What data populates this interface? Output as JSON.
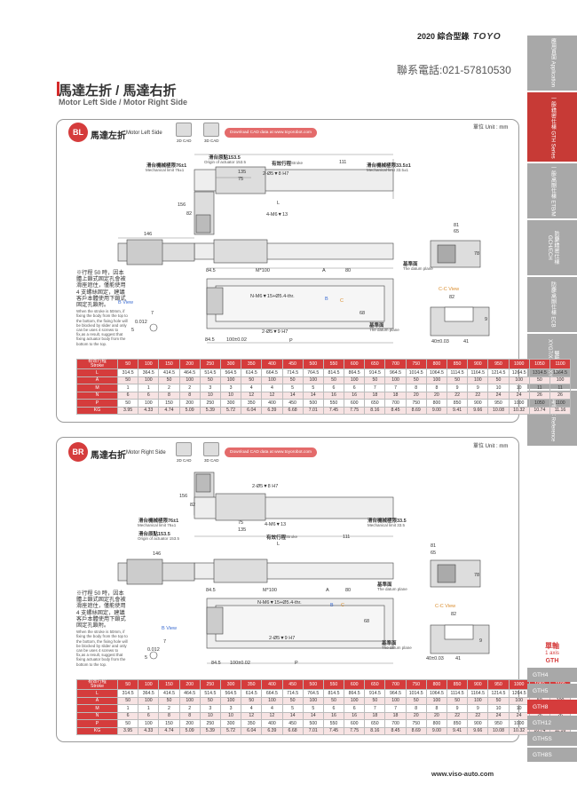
{
  "header": {
    "brand": "2020 綜合型錄",
    "logo": "TOYO",
    "hotline": "聯系電話:021-57810530"
  },
  "title": {
    "zh": "馬達左折 / 馬達右折",
    "en": "Motor Left Side / Motor Right Side"
  },
  "side_tabs": [
    "應用頁面 Application",
    "一般/精密仕樣 GTH Series",
    "一般/高剛仕樣 ETB/M",
    "防塵/精密仕樣 GCH/ECH",
    "防塵/高剛仕樣 ECB",
    "雙軸平台 XYG7/XYT8/XYT8",
    "參考資料 Reference"
  ],
  "axis": {
    "zh": "單軸",
    "en": "1 axis",
    "model": "GTH"
  },
  "model_tabs": [
    "GTH4",
    "GTH5",
    "GTH8",
    "GTH12",
    "GTH5S",
    "GTH8S"
  ],
  "active_model": "GTH8",
  "website": "www.viso-auto.com",
  "bl": {
    "tag": "BL",
    "title_zh": "馬達左折",
    "title_en": "Motor Left Side",
    "cad2d": "2D CAD",
    "cad3d": "3D CAD",
    "download": "Download CAD data at www.toyorobot.com",
    "unit": "單位 Unit : mm",
    "note_zh": "※行程 50 時，因本體上鎖式固定孔會被滑座遮住，僅能使用 4 支螺絲固定，建議客戶本體使用下鎖式固定孔鎖附。",
    "note_en": "When the stroke is 50mm, if fixing the body from the top to the bottom, the fixing hole will be blocked by slider and only can be uses 4 screws to fix,as a result, suggest that fixing actuator body from the bottom to the top.",
    "labels": {
      "origin_zh": "滑台原點153.5",
      "origin_en": "Origin of actuator 153.5",
      "mech_l_zh": "滑台機械極限76±1",
      "mech_l_en": "Mechanical limit 76±1",
      "stroke_zh": "有效行程",
      "stroke_en": "Stroke",
      "mech_r_zh": "滑台機械極限33.5±1",
      "mech_r_en": "Mechanical limit 33.5±1",
      "d111": "111",
      "d135": "135",
      "d75": "75",
      "dowel": "2-Ø5▼8 H7",
      "m6": "4-M6▼13",
      "d156": "156",
      "d82": "82",
      "d146": "146",
      "d81": "81",
      "d65": "65",
      "d78": "78",
      "d845": "84.5",
      "m100": "M*100",
      "a": "A",
      "d80": "80",
      "datum_zh": "基準面",
      "datum_en": "The datum plane",
      "nm6": "N-M6▼15+Ø5.4-thr.",
      "b": "B",
      "c": "C",
      "d68": "68",
      "dowel2": "2-Ø5▼9 H7",
      "d845b": "84.5",
      "pitch": "100±0.02",
      "p": "P",
      "bview": "B View",
      "d7": "7",
      "d5": "5",
      "tol": "0.012",
      "ccview": "C-C View",
      "d82b": "82",
      "d9": "9",
      "d40": "40±0.03",
      "d41": "41",
      "L": "L"
    }
  },
  "br": {
    "tag": "BR",
    "title_zh": "馬達右折",
    "title_en": "Motor Right Side",
    "cad2d": "2D CAD",
    "cad3d": "3D CAD",
    "download": "Download CAD data at www.toyorobot.com",
    "unit": "單位 Unit : mm",
    "note_zh": "※行程 50 時，因本體上鎖式固定孔會被滑座遮住，僅能使用 4 支螺絲固定，建議客戶本體使用下鎖式固定孔鎖附。",
    "note_en": "When the stroke is 50mm, if fixing the body from the top to the bottom, the fixing hole will be blocked by slider and only can be uses 4 screws to fix,as a result, suggest that fixing actuator body from the bottom to the top.",
    "labels": {
      "dowel": "2-Ø5▼8 H7",
      "d156": "156",
      "d82": "82",
      "mech_l_zh": "滑台機械極限76±1",
      "mech_l_en": "Mechanical limit 76±1",
      "d75": "75",
      "m6": "4-M6▼13",
      "d135": "135",
      "mech_r_zh": "滑台機械極限33.5",
      "mech_r_en": "Mechanical limit 33.5",
      "origin_zh": "滑台原點153.5",
      "origin_en": "Origin of actuator 153.5",
      "stroke_zh": "有效行程",
      "stroke_en": "Stroke",
      "d111": "111",
      "L": "L",
      "d146": "146",
      "d81": "81",
      "d65": "65",
      "d78": "78",
      "d845": "84.5",
      "m100": "M*100",
      "a": "A",
      "d80": "80",
      "datum_zh": "基準面",
      "datum_en": "The datum plane",
      "nm6": "N-M6▼15+Ø5.4-thr.",
      "b": "B",
      "c": "C",
      "ccview": "C-C View",
      "d82b": "82",
      "d68": "68",
      "bview": "B View",
      "d7": "7",
      "d5": "5",
      "tol": "0.012",
      "dowel2": "2-Ø5▼9 H7",
      "d845b": "84.5",
      "pitch": "100±0.02",
      "p": "P",
      "d9": "9",
      "d40": "40±0.03",
      "d41": "41"
    }
  },
  "table": {
    "header_zh": "有效行程",
    "header_en": "Stroke",
    "strokes": [
      "50",
      "100",
      "150",
      "200",
      "250",
      "300",
      "350",
      "400",
      "450",
      "500",
      "550",
      "600",
      "650",
      "700",
      "750",
      "800",
      "850",
      "900",
      "950",
      "1000",
      "1050",
      "1100"
    ],
    "rows": [
      {
        "label": "L",
        "values": [
          "314.5",
          "364.5",
          "414.5",
          "464.5",
          "514.5",
          "564.5",
          "614.5",
          "664.5",
          "714.5",
          "764.5",
          "814.5",
          "864.5",
          "914.5",
          "964.5",
          "1014.5",
          "1064.5",
          "1114.5",
          "1164.5",
          "1214.5",
          "1264.5",
          "1314.5",
          "1364.5"
        ]
      },
      {
        "label": "A",
        "values": [
          "50",
          "100",
          "50",
          "100",
          "50",
          "100",
          "50",
          "100",
          "50",
          "100",
          "50",
          "100",
          "50",
          "100",
          "50",
          "100",
          "50",
          "100",
          "50",
          "100",
          "50",
          "100"
        ]
      },
      {
        "label": "M",
        "values": [
          "1",
          "1",
          "2",
          "2",
          "3",
          "3",
          "4",
          "4",
          "5",
          "5",
          "6",
          "6",
          "7",
          "7",
          "8",
          "8",
          "9",
          "9",
          "10",
          "10",
          "11",
          "11"
        ]
      },
      {
        "label": "N",
        "values": [
          "6",
          "6",
          "8",
          "8",
          "10",
          "10",
          "12",
          "12",
          "14",
          "14",
          "16",
          "16",
          "18",
          "18",
          "20",
          "20",
          "22",
          "22",
          "24",
          "24",
          "26",
          "26"
        ]
      },
      {
        "label": "P",
        "values": [
          "50",
          "100",
          "150",
          "200",
          "250",
          "300",
          "350",
          "400",
          "450",
          "500",
          "550",
          "600",
          "650",
          "700",
          "750",
          "800",
          "850",
          "900",
          "950",
          "1000",
          "1050",
          "1100"
        ]
      },
      {
        "label": "KG",
        "values": [
          "3.95",
          "4.33",
          "4.74",
          "5.09",
          "5.39",
          "5.72",
          "6.04",
          "6.39",
          "6.68",
          "7.01",
          "7.45",
          "7.75",
          "8.16",
          "8.45",
          "8.69",
          "9.00",
          "9.41",
          "9.66",
          "10.08",
          "10.32",
          "10.74",
          "11.16"
        ]
      }
    ]
  }
}
